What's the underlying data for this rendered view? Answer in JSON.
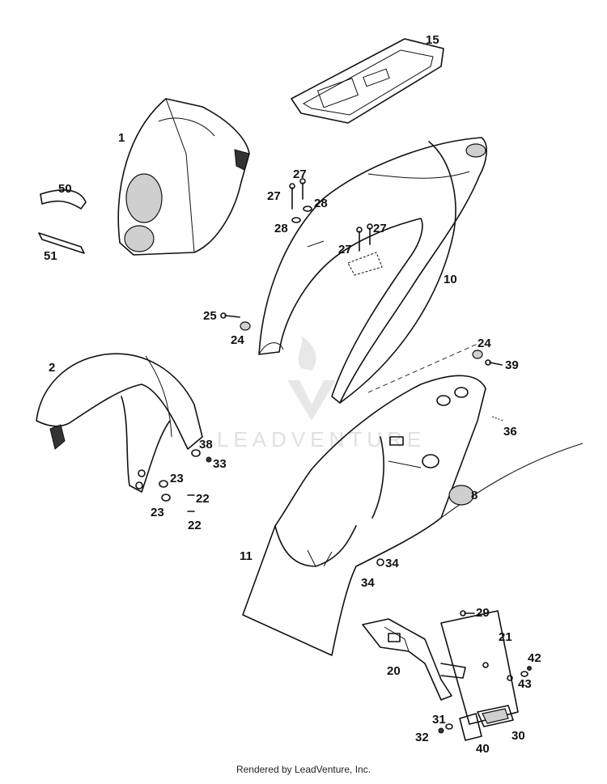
{
  "diagram": {
    "callouts": [
      "15",
      "1",
      "50",
      "51",
      "27",
      "27",
      "28",
      "28",
      "27",
      "27",
      "10",
      "25",
      "24",
      "2",
      "24",
      "39",
      "36",
      "38",
      "33",
      "23",
      "22",
      "23",
      "22",
      "8",
      "11",
      "34",
      "34",
      "29",
      "21",
      "20",
      "42",
      "43",
      "31",
      "32",
      "30",
      "40"
    ],
    "watermark": "LEADVENTURE",
    "footer": "Rendered by LeadVenture, Inc."
  }
}
